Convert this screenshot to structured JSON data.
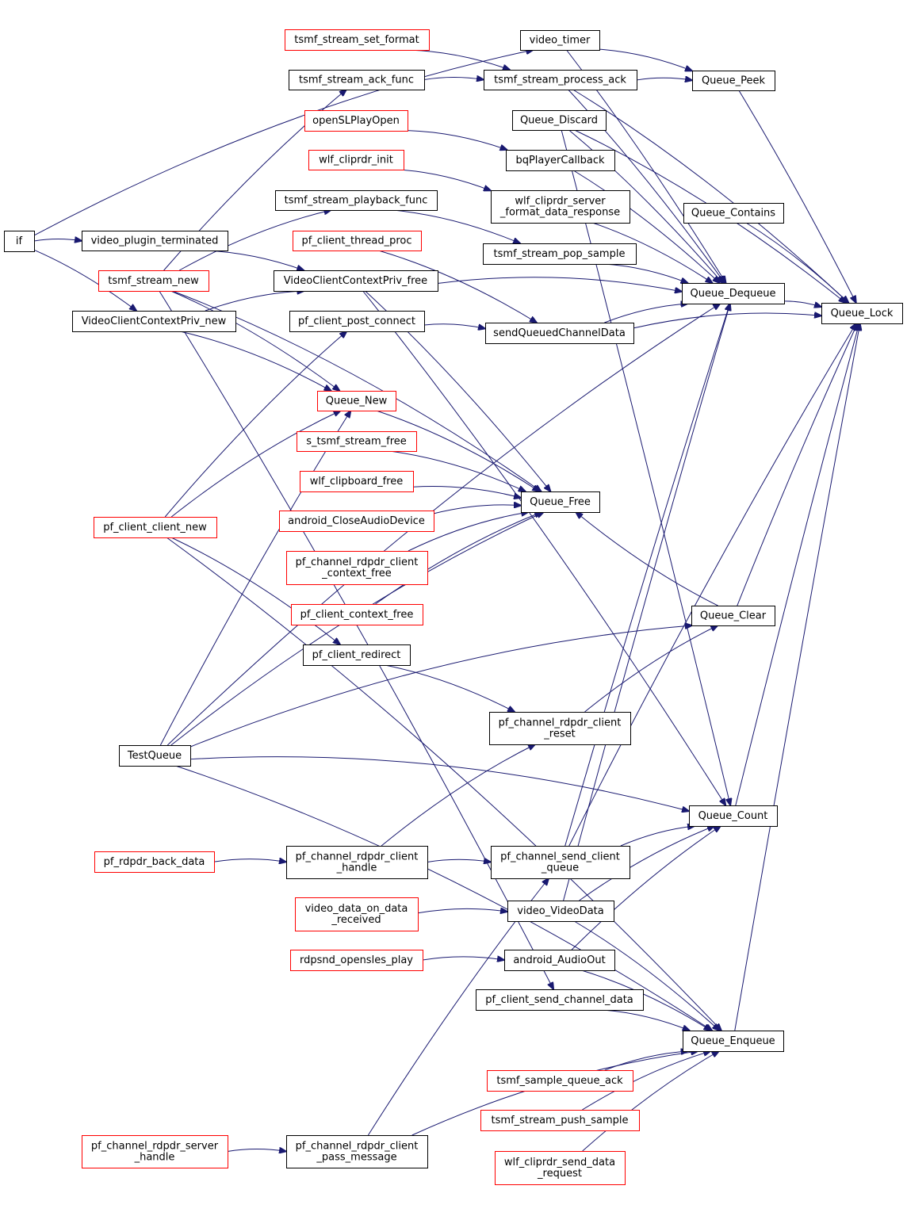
{
  "diagram": {
    "colors": {
      "edge": "#191970",
      "root_fill": "#bfbfbf",
      "node_border": "#000000",
      "truncated_border": "#ff0000"
    },
    "nodes": [
      {
        "id": "queue_lock",
        "lines": [
          "Queue_Lock"
        ],
        "style": "root"
      },
      {
        "id": "queue_peek",
        "lines": [
          "Queue_Peek"
        ],
        "style": "normal"
      },
      {
        "id": "queue_dequeue",
        "lines": [
          "Queue_Dequeue"
        ],
        "style": "normal"
      },
      {
        "id": "queue_contains",
        "lines": [
          "Queue_Contains"
        ],
        "style": "normal"
      },
      {
        "id": "queue_clear",
        "lines": [
          "Queue_Clear"
        ],
        "style": "normal"
      },
      {
        "id": "queue_count",
        "lines": [
          "Queue_Count"
        ],
        "style": "normal"
      },
      {
        "id": "queue_enqueue",
        "lines": [
          "Queue_Enqueue"
        ],
        "style": "normal"
      },
      {
        "id": "queue_free",
        "lines": [
          "Queue_Free"
        ],
        "style": "normal"
      },
      {
        "id": "queue_new",
        "lines": [
          "Queue_New"
        ],
        "style": "truncated"
      },
      {
        "id": "queue_discard",
        "lines": [
          "Queue_Discard"
        ],
        "style": "normal"
      },
      {
        "id": "video_timer",
        "lines": [
          "video_timer"
        ],
        "style": "normal"
      },
      {
        "id": "tsmf_stream_set_format",
        "lines": [
          "tsmf_stream_set_format"
        ],
        "style": "truncated"
      },
      {
        "id": "tsmf_stream_process_ack",
        "lines": [
          "tsmf_stream_process_ack"
        ],
        "style": "normal"
      },
      {
        "id": "tsmf_stream_ack_func",
        "lines": [
          "tsmf_stream_ack_func"
        ],
        "style": "normal"
      },
      {
        "id": "openslplayopen",
        "lines": [
          "openSLPlayOpen"
        ],
        "style": "truncated"
      },
      {
        "id": "bqplayercallback",
        "lines": [
          "bqPlayerCallback"
        ],
        "style": "normal"
      },
      {
        "id": "wlf_cliprdr_init",
        "lines": [
          "wlf_cliprdr_init"
        ],
        "style": "truncated"
      },
      {
        "id": "wlf_cliprdr_server_format_data_response",
        "lines": [
          "wlf_cliprdr_server",
          "_format_data_response"
        ],
        "style": "normal"
      },
      {
        "id": "tsmf_stream_playback_func",
        "lines": [
          "tsmf_stream_playback_func"
        ],
        "style": "normal"
      },
      {
        "id": "pf_client_thread_proc",
        "lines": [
          "pf_client_thread_proc"
        ],
        "style": "truncated"
      },
      {
        "id": "tsmf_stream_pop_sample",
        "lines": [
          "tsmf_stream_pop_sample"
        ],
        "style": "normal"
      },
      {
        "id": "if",
        "lines": [
          "if"
        ],
        "style": "normal"
      },
      {
        "id": "video_plugin_terminated",
        "lines": [
          "video_plugin_terminated"
        ],
        "style": "normal"
      },
      {
        "id": "tsmf_stream_new",
        "lines": [
          "tsmf_stream_new"
        ],
        "style": "truncated"
      },
      {
        "id": "videoclientcontextpriv_free",
        "lines": [
          "VideoClientContextPriv_free"
        ],
        "style": "normal"
      },
      {
        "id": "videoclientcontextpriv_new",
        "lines": [
          "VideoClientContextPriv_new"
        ],
        "style": "normal"
      },
      {
        "id": "pf_client_post_connect",
        "lines": [
          "pf_client_post_connect"
        ],
        "style": "normal"
      },
      {
        "id": "sendqueuedchanneldata",
        "lines": [
          "sendQueuedChannelData"
        ],
        "style": "normal"
      },
      {
        "id": "s_tsmf_stream_free",
        "lines": [
          "s_tsmf_stream_free"
        ],
        "style": "truncated"
      },
      {
        "id": "wlf_clipboard_free",
        "lines": [
          "wlf_clipboard_free"
        ],
        "style": "truncated"
      },
      {
        "id": "android_closeaudiodevice",
        "lines": [
          "android_CloseAudioDevice"
        ],
        "style": "truncated"
      },
      {
        "id": "pf_channel_rdpdr_client_context_free",
        "lines": [
          "pf_channel_rdpdr_client",
          "_context_free"
        ],
        "style": "truncated"
      },
      {
        "id": "pf_client_context_free",
        "lines": [
          "pf_client_context_free"
        ],
        "style": "truncated"
      },
      {
        "id": "pf_client_client_new",
        "lines": [
          "pf_client_client_new"
        ],
        "style": "truncated"
      },
      {
        "id": "pf_client_redirect",
        "lines": [
          "pf_client_redirect"
        ],
        "style": "normal"
      },
      {
        "id": "pf_channel_rdpdr_client_reset",
        "lines": [
          "pf_channel_rdpdr_client",
          "_reset"
        ],
        "style": "normal"
      },
      {
        "id": "testqueue",
        "lines": [
          "TestQueue"
        ],
        "style": "normal"
      },
      {
        "id": "pf_rdpdr_back_data",
        "lines": [
          "pf_rdpdr_back_data"
        ],
        "style": "truncated"
      },
      {
        "id": "pf_channel_rdpdr_client_handle",
        "lines": [
          "pf_channel_rdpdr_client",
          "_handle"
        ],
        "style": "normal"
      },
      {
        "id": "pf_channel_send_client_queue",
        "lines": [
          "pf_channel_send_client",
          "_queue"
        ],
        "style": "normal"
      },
      {
        "id": "video_data_on_data_received",
        "lines": [
          "video_data_on_data",
          "_received"
        ],
        "style": "truncated"
      },
      {
        "id": "video_videodata",
        "lines": [
          "video_VideoData"
        ],
        "style": "normal"
      },
      {
        "id": "rdpsnd_opensles_play",
        "lines": [
          "rdpsnd_opensles_play"
        ],
        "style": "truncated"
      },
      {
        "id": "android_audioout",
        "lines": [
          "android_AudioOut"
        ],
        "style": "normal"
      },
      {
        "id": "pf_client_send_channel_data",
        "lines": [
          "pf_client_send_channel_data"
        ],
        "style": "normal"
      },
      {
        "id": "tsmf_sample_queue_ack",
        "lines": [
          "tsmf_sample_queue_ack"
        ],
        "style": "truncated"
      },
      {
        "id": "tsmf_stream_push_sample",
        "lines": [
          "tsmf_stream_push_sample"
        ],
        "style": "truncated"
      },
      {
        "id": "wlf_cliprdr_send_data_request",
        "lines": [
          "wlf_cliprdr_send_data",
          "_request"
        ],
        "style": "truncated"
      },
      {
        "id": "pf_channel_rdpdr_server_handle",
        "lines": [
          "pf_channel_rdpdr_server",
          "_handle"
        ],
        "style": "truncated"
      },
      {
        "id": "pf_channel_rdpdr_client_pass_message",
        "lines": [
          "pf_channel_rdpdr_client",
          "_pass_message"
        ],
        "style": "normal"
      }
    ],
    "edges": [
      [
        "queue_peek",
        "queue_lock"
      ],
      [
        "queue_dequeue",
        "queue_lock"
      ],
      [
        "queue_contains",
        "queue_lock"
      ],
      [
        "queue_clear",
        "queue_lock"
      ],
      [
        "queue_count",
        "queue_lock"
      ],
      [
        "queue_enqueue",
        "queue_lock"
      ],
      [
        "queue_discard",
        "queue_lock"
      ],
      [
        "sendqueuedchanneldata",
        "queue_lock"
      ],
      [
        "tsmf_stream_process_ack",
        "queue_lock"
      ],
      [
        "pf_channel_send_client_queue",
        "queue_lock"
      ],
      [
        "video_timer",
        "queue_peek"
      ],
      [
        "tsmf_stream_process_ack",
        "queue_peek"
      ],
      [
        "tsmf_stream_set_format",
        "tsmf_stream_process_ack"
      ],
      [
        "tsmf_stream_ack_func",
        "tsmf_stream_process_ack"
      ],
      [
        "video_timer",
        "queue_dequeue"
      ],
      [
        "tsmf_stream_process_ack",
        "queue_dequeue"
      ],
      [
        "queue_discard",
        "queue_dequeue"
      ],
      [
        "bqplayercallback",
        "queue_dequeue"
      ],
      [
        "wlf_cliprdr_server_format_data_response",
        "queue_dequeue"
      ],
      [
        "tsmf_stream_pop_sample",
        "queue_dequeue"
      ],
      [
        "videoclientcontextpriv_free",
        "queue_dequeue"
      ],
      [
        "sendqueuedchanneldata",
        "queue_dequeue"
      ],
      [
        "testqueue",
        "queue_dequeue"
      ],
      [
        "pf_channel_send_client_queue",
        "queue_dequeue"
      ],
      [
        "video_videodata",
        "queue_dequeue"
      ],
      [
        "openslplayopen",
        "bqplayercallback"
      ],
      [
        "wlf_cliprdr_init",
        "wlf_cliprdr_server_format_data_response"
      ],
      [
        "tsmf_stream_playback_func",
        "tsmf_stream_pop_sample"
      ],
      [
        "tsmf_stream_new",
        "tsmf_stream_ack_func"
      ],
      [
        "tsmf_stream_new",
        "tsmf_stream_playback_func"
      ],
      [
        "if",
        "video_timer"
      ],
      [
        "if",
        "video_plugin_terminated"
      ],
      [
        "if",
        "videoclientcontextpriv_new"
      ],
      [
        "video_plugin_terminated",
        "videoclientcontextpriv_free"
      ],
      [
        "videoclientcontextpriv_new",
        "videoclientcontextpriv_free"
      ],
      [
        "pf_client_thread_proc",
        "sendqueuedchanneldata"
      ],
      [
        "pf_client_post_connect",
        "sendqueuedchanneldata"
      ],
      [
        "pf_client_client_new",
        "pf_client_post_connect"
      ],
      [
        "videoclientcontextpriv_new",
        "queue_new"
      ],
      [
        "tsmf_stream_new",
        "queue_new"
      ],
      [
        "pf_client_client_new",
        "queue_new"
      ],
      [
        "testqueue",
        "queue_new"
      ],
      [
        "queue_new",
        "queue_free"
      ],
      [
        "s_tsmf_stream_free",
        "queue_free"
      ],
      [
        "wlf_clipboard_free",
        "queue_free"
      ],
      [
        "android_closeaudiodevice",
        "queue_free"
      ],
      [
        "pf_channel_rdpdr_client_context_free",
        "queue_free"
      ],
      [
        "pf_client_context_free",
        "queue_free"
      ],
      [
        "videoclientcontextpriv_free",
        "queue_free"
      ],
      [
        "tsmf_stream_new",
        "queue_free"
      ],
      [
        "testqueue",
        "queue_free"
      ],
      [
        "queue_clear",
        "queue_free"
      ],
      [
        "pf_client_client_new",
        "pf_client_redirect"
      ],
      [
        "pf_client_redirect",
        "pf_channel_rdpdr_client_reset"
      ],
      [
        "pf_channel_rdpdr_client_reset",
        "queue_clear"
      ],
      [
        "testqueue",
        "queue_clear"
      ],
      [
        "testqueue",
        "queue_count"
      ],
      [
        "videoclientcontextpriv_free",
        "queue_count"
      ],
      [
        "queue_discard",
        "queue_count"
      ],
      [
        "pf_channel_send_client_queue",
        "queue_count"
      ],
      [
        "video_videodata",
        "queue_count"
      ],
      [
        "android_audioout",
        "queue_count"
      ],
      [
        "pf_channel_rdpdr_client_handle",
        "pf_channel_rdpdr_client_reset"
      ],
      [
        "pf_rdpdr_back_data",
        "pf_channel_rdpdr_client_handle"
      ],
      [
        "pf_channel_rdpdr_client_handle",
        "pf_channel_send_client_queue"
      ],
      [
        "pf_channel_rdpdr_client_pass_message",
        "pf_channel_send_client_queue"
      ],
      [
        "pf_channel_rdpdr_server_handle",
        "pf_channel_rdpdr_client_pass_message"
      ],
      [
        "video_data_on_data_received",
        "video_videodata"
      ],
      [
        "rdpsnd_opensles_play",
        "android_audioout"
      ],
      [
        "video_videodata",
        "queue_enqueue"
      ],
      [
        "android_audioout",
        "queue_enqueue"
      ],
      [
        "pf_client_send_channel_data",
        "queue_enqueue"
      ],
      [
        "tsmf_sample_queue_ack",
        "queue_enqueue"
      ],
      [
        "tsmf_stream_push_sample",
        "queue_enqueue"
      ],
      [
        "wlf_cliprdr_send_data_request",
        "queue_enqueue"
      ],
      [
        "pf_channel_rdpdr_client_pass_message",
        "queue_enqueue"
      ],
      [
        "testqueue",
        "queue_enqueue"
      ],
      [
        "pf_client_client_new",
        "queue_enqueue"
      ],
      [
        "tsmf_stream_new",
        "pf_client_send_channel_data"
      ]
    ]
  }
}
